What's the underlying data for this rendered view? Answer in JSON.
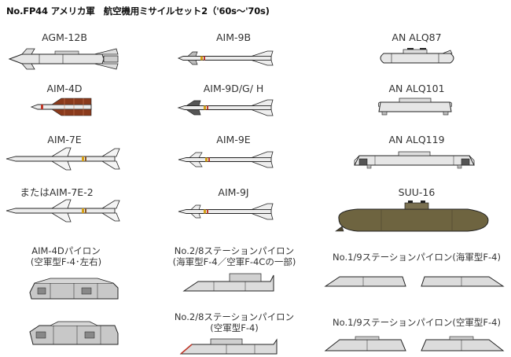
{
  "title": "No.FP44 アメリカ軍　航空機用ミサイルセット2（'60s〜'70s)",
  "colors": {
    "metal": "#d9d9d9",
    "outline": "#222222",
    "rust": "#8a3a1c",
    "olive": "#6e6440",
    "pylon": "#c8c8c8",
    "accent_red": "#c0392b",
    "accent_yellow": "#d4a017"
  },
  "items": [
    {
      "key": "agm12b",
      "label": "AGM-12B"
    },
    {
      "key": "aim9b",
      "label": "AIM-9B"
    },
    {
      "key": "alq87",
      "label": "AN ALQ87"
    },
    {
      "key": "aim4d",
      "label": "AIM-4D"
    },
    {
      "key": "aim9dgh",
      "label": "AIM-9D/G/ H"
    },
    {
      "key": "alq101",
      "label": "AN ALQ101"
    },
    {
      "key": "aim7e",
      "label": "AIM-7E"
    },
    {
      "key": "aim9e",
      "label": "AIM-9E"
    },
    {
      "key": "alq119",
      "label": "AN ALQ119"
    },
    {
      "key": "aim7e2",
      "label": "またはAIM-7E-2"
    },
    {
      "key": "aim9j",
      "label": "AIM-9J"
    },
    {
      "key": "suu16",
      "label": "SUU-16"
    }
  ],
  "pylons": [
    {
      "key": "aim4d_pylon",
      "line1": "AIM-4Dパイロン",
      "line2": "(空軍型F-4･左右)"
    },
    {
      "key": "station28_navy",
      "line1": "No.2/8ステーションパイロン",
      "line2": "(海軍型F-4／空軍F-4Cの一部)"
    },
    {
      "key": "station19_navy",
      "line1": "No.1/9ステーションパイロン(海軍型F-4)",
      "line2": ""
    },
    {
      "key": "station28_af",
      "line1": "No.2/8ステーションパイロン",
      "line2": "(空軍型F-4)"
    },
    {
      "key": "station19_af",
      "line1": "No.1/9ステーションパイロン(空軍型F-4)",
      "line2": ""
    }
  ]
}
